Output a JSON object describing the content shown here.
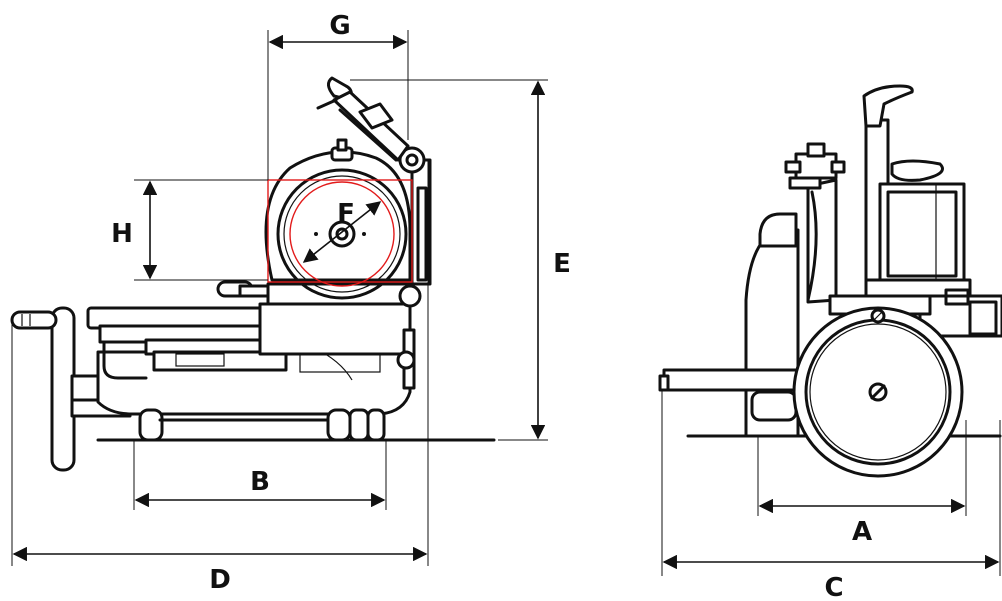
{
  "labels": {
    "A": "A",
    "B": "B",
    "C": "C",
    "D": "D",
    "E": "E",
    "F": "F",
    "G": "G",
    "H": "H"
  },
  "colors": {
    "line": "#111111",
    "highlight": "#e21b1b",
    "background": "#ffffff"
  }
}
